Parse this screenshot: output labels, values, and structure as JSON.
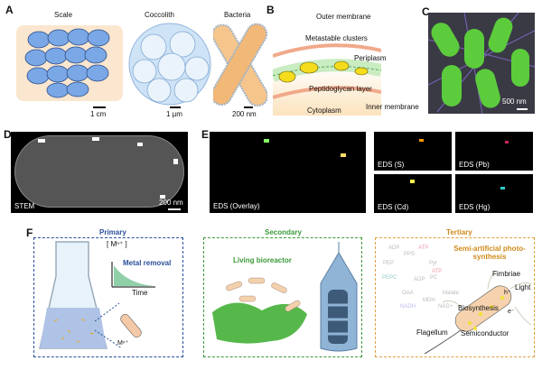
{
  "panels": {
    "a": {
      "label": "A",
      "items": [
        {
          "title": "Scale",
          "scale": "1 cm"
        },
        {
          "title": "Coccolith",
          "scale": "1 µm"
        },
        {
          "title": "Bacteria",
          "scale": "200 nm"
        }
      ]
    },
    "b": {
      "label": "B",
      "outer": "Outer membrane",
      "clusters": "Metastable clusters",
      "periplasm": "Periplasm",
      "peptido": "Peptidoglycan layer",
      "cyto": "Cytoplasm",
      "inner": "Inner membrane"
    },
    "c": {
      "label": "C",
      "scale": "500 nm"
    },
    "d": {
      "label": "D",
      "mode": "STEM",
      "scale": "200 nm"
    },
    "e": {
      "label": "E",
      "overlay": "EDS (Overlay)",
      "s": "EDS (S)",
      "pb": "EDS (Pb)",
      "cd": "EDS (Cd)",
      "hg": "EDS (Hg)"
    },
    "f": {
      "label": "F",
      "primary": {
        "title": "Primary",
        "yaxis": "[ Mⁿ⁺ ]",
        "xaxis": "Time",
        "caption": "Metal removal",
        "ion": "Mⁿ⁺"
      },
      "secondary": {
        "title": "Secondary",
        "caption": "Living bioreactor"
      },
      "tertiary": {
        "title": "Tertiary",
        "caption": "Semi-artificial photo-synthesis",
        "fimbriae": "Fimbriae",
        "light": "Light",
        "hole": "h⁺",
        "electron": "e⁻",
        "bio": "Biosynthesis",
        "semi": "Semiconductor",
        "flag": "Flagellum",
        "pathway": [
          "ADP",
          "ATP",
          "PPS",
          "PEP",
          "Pyr",
          "ATP",
          "PC",
          "PEPC",
          "ADP",
          "OAA",
          "Malate",
          "MDH",
          "NADH",
          "NAD+"
        ]
      }
    }
  },
  "colors": {
    "primary": "#2a4f9a",
    "secondary": "#3a9a3a",
    "tertiary": "#d08a1a"
  }
}
